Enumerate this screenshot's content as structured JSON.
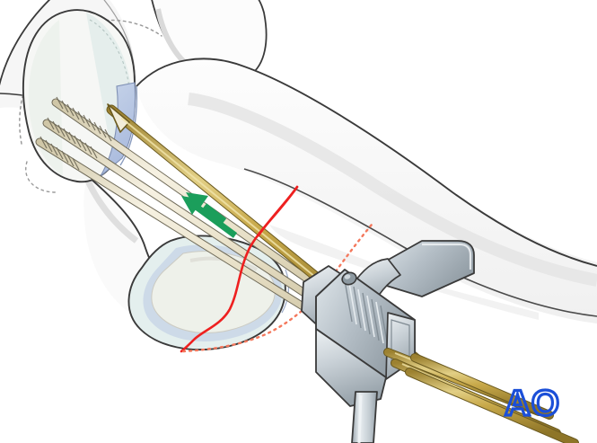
{
  "illustration": {
    "title": "Proximal femur cannulated screw fixation with aiming guide",
    "subject": "femoral neck fracture fixation",
    "view": "anterior oblique",
    "background_color": "#ffffff"
  },
  "logo": {
    "text": "AO",
    "color": "#1b4fd8",
    "position": "bottom-right"
  },
  "palette": {
    "bone_outline": "#3a3a3a",
    "bone_fill": "#fbfbfb",
    "bone_shadow": "#ececec",
    "bone_shadow_soft": "#f2f2f2",
    "cartilage_blue": "#b9c8e4",
    "cartilage_teal": "#d4e6e4",
    "cartilage_teal_light": "#e4efee",
    "cancellous_fill": "#e9e9e3",
    "implant_gold": "#c8a94a",
    "implant_gold_light": "#e6d79a",
    "implant_gold_dark": "#9c8130",
    "wire_cream": "#ece5cf",
    "wire_cream_light": "#f5f0e2",
    "guide_gray_dark": "#9aa5ad",
    "guide_gray_mid": "#b9c3c9",
    "guide_gray_light": "#d6dde1",
    "guide_gray_highlight": "#eef2f4",
    "arrow_green": "#1b9e5b",
    "fracture_red": "#ee2020",
    "dotted_red": "#f4785c",
    "dotted_gray": "#9a9a9a"
  },
  "annotations": {
    "direction_arrows": {
      "name": "insertion-direction-arrows",
      "count": 2,
      "color": "#1b9e5b",
      "direction": "up-left along screw axis"
    },
    "fracture_line": {
      "name": "fracture-line",
      "color": "#ee2020",
      "style": "solid"
    },
    "hidden_fracture_line": {
      "name": "hidden-fracture-line",
      "color": "#f4785c",
      "style": "dotted"
    },
    "acetabular_outline": {
      "name": "acetabular-rim-outline",
      "color": "#9a9a9a",
      "style": "dotted"
    }
  },
  "anatomy": [
    {
      "id": "pelvis",
      "label": "Pelvis / acetabulum"
    },
    {
      "id": "femoral-head",
      "label": "Femoral head"
    },
    {
      "id": "femoral-neck",
      "label": "Femoral neck"
    },
    {
      "id": "greater-trochanter",
      "label": "Greater trochanter"
    },
    {
      "id": "femoral-shaft",
      "label": "Femoral shaft"
    },
    {
      "id": "articular-cartilage",
      "label": "Articular cartilage"
    }
  ],
  "implants": {
    "screws": {
      "name": "cannulated-screws",
      "count": 3,
      "thread_location": "femoral head",
      "color": "#ece5cf"
    },
    "drill_bit": {
      "name": "drill-bit",
      "count": 1,
      "color": "#c8a94a",
      "tip": "pointed"
    },
    "guide_wires": {
      "name": "guide-wires",
      "count": 3,
      "color": "#c8a94a"
    },
    "aiming_guide": {
      "name": "aiming-guide-block",
      "material": "stainless-steel",
      "features": [
        "ribbed barrel",
        "lateral arm",
        "handle shaft",
        "locking knob"
      ]
    }
  }
}
